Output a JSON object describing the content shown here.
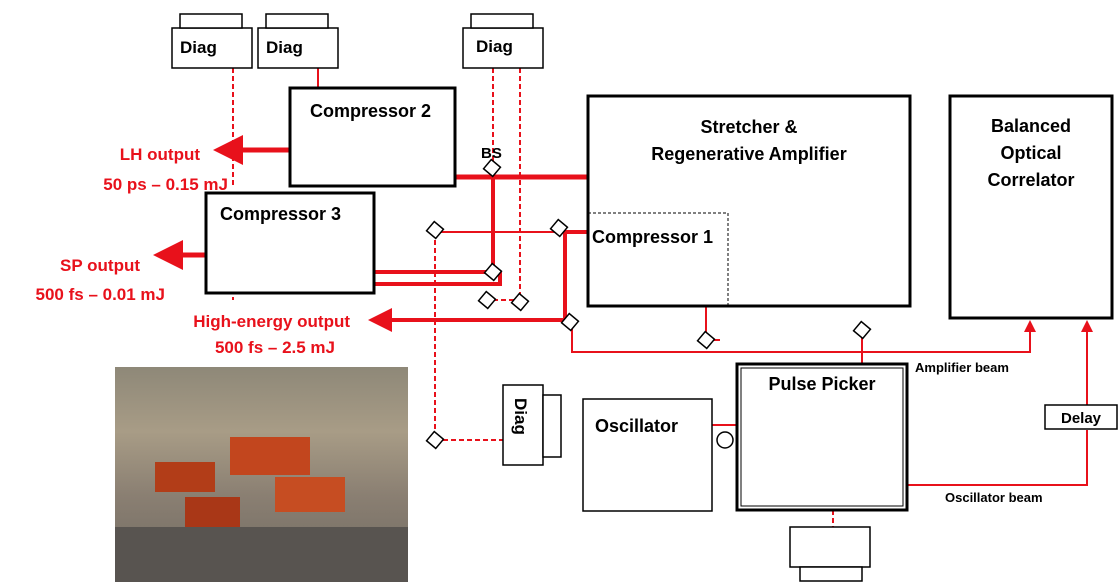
{
  "boxes": {
    "diag_1": "Diag",
    "diag_2": "Diag",
    "diag_3": "Diag",
    "diag_4": "Diag",
    "compressor_2": "Compressor 2",
    "compressor_3": "Compressor 3",
    "compressor_1": "Compressor 1",
    "stretcher_line1": "Stretcher &",
    "stretcher_line2": "Regenerative Amplifier",
    "correlator_line1": "Balanced",
    "correlator_line2": "Optical",
    "correlator_line3": "Correlator",
    "oscillator": "Oscillator",
    "pulse_picker": "Pulse Picker",
    "delay": "Delay"
  },
  "labels": {
    "bs": "BS",
    "lh_output": "LH output",
    "lh_spec": "50 ps – 0.15 mJ",
    "sp_output": "SP output",
    "sp_spec": "500 fs – 0.01 mJ",
    "he_output": "High-energy output",
    "he_spec": "500 fs – 2.5 mJ",
    "amplifier_beam": "Amplifier beam",
    "oscillator_beam": "Oscillator beam"
  },
  "colors": {
    "beam": "#e8111b",
    "frame": "#000000"
  }
}
